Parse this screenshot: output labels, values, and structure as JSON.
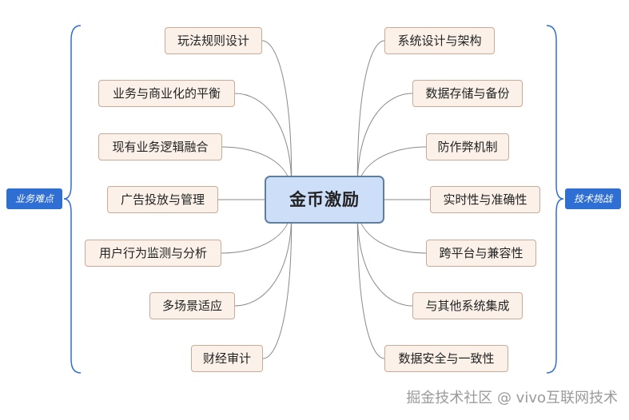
{
  "center": {
    "label": "金币激励"
  },
  "left_group": {
    "label": "业务难点"
  },
  "right_group": {
    "label": "技术挑战"
  },
  "left_nodes": [
    {
      "label": "玩法规则设计"
    },
    {
      "label": "业务与商业化的平衡"
    },
    {
      "label": "现有业务逻辑融合"
    },
    {
      "label": "广告投放与管理"
    },
    {
      "label": "用户行为监测与分析"
    },
    {
      "label": "多场景适应"
    },
    {
      "label": "财经审计"
    }
  ],
  "right_nodes": [
    {
      "label": "系统设计与架构"
    },
    {
      "label": "数据存储与备份"
    },
    {
      "label": "防作弊机制"
    },
    {
      "label": "实时性与准确性"
    },
    {
      "label": "跨平台与兼容性"
    },
    {
      "label": "与其他系统集成"
    },
    {
      "label": "数据安全与一致性"
    }
  ],
  "watermark": {
    "text": "掘金技术社区 @ vivo互联网技术"
  },
  "colors": {
    "node_fill": "#fbf1e9",
    "node_border": "#c9a998",
    "center_fill": "#cddff8",
    "center_border": "#5f7f9f",
    "label_fill": "#2f6fd4",
    "connector": "#8a8a8a",
    "bracket": "#2f6fd4"
  }
}
